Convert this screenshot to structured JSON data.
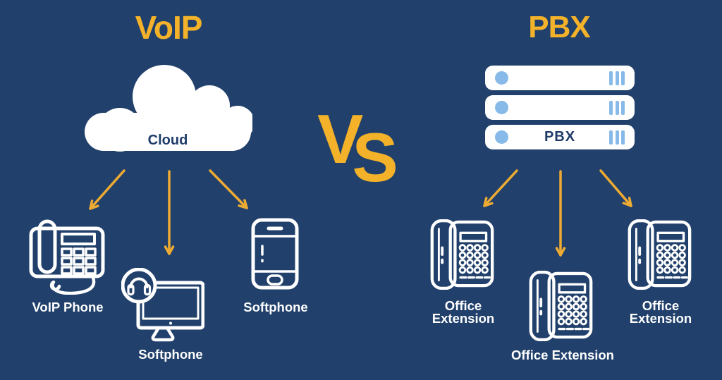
{
  "colors": {
    "background": "#21406B",
    "title_yellow": "#F3B229",
    "arrow_yellow": "#EDAB33",
    "light_blue": "#87BAE8",
    "navy_text": "#1F3C69",
    "icon_white": "#FFFFFF"
  },
  "versus": {
    "v": "V",
    "s": "S"
  },
  "voip": {
    "title": "VoIP",
    "cloud_label": "Cloud",
    "devices": [
      {
        "label": "VoIP Phone",
        "icon": "desk-phone"
      },
      {
        "label": "Softphone",
        "icon": "desktop-with-headset"
      },
      {
        "label": "Softphone",
        "icon": "smartphone"
      }
    ]
  },
  "pbx": {
    "title": "PBX",
    "server_label": "PBX",
    "devices": [
      {
        "line1": "Office",
        "line2": "Extension",
        "icon": "office-phone"
      },
      {
        "label": "Office Extension",
        "icon": "office-phone"
      },
      {
        "line1": "Office",
        "line2": "Extension",
        "icon": "office-phone"
      }
    ]
  }
}
